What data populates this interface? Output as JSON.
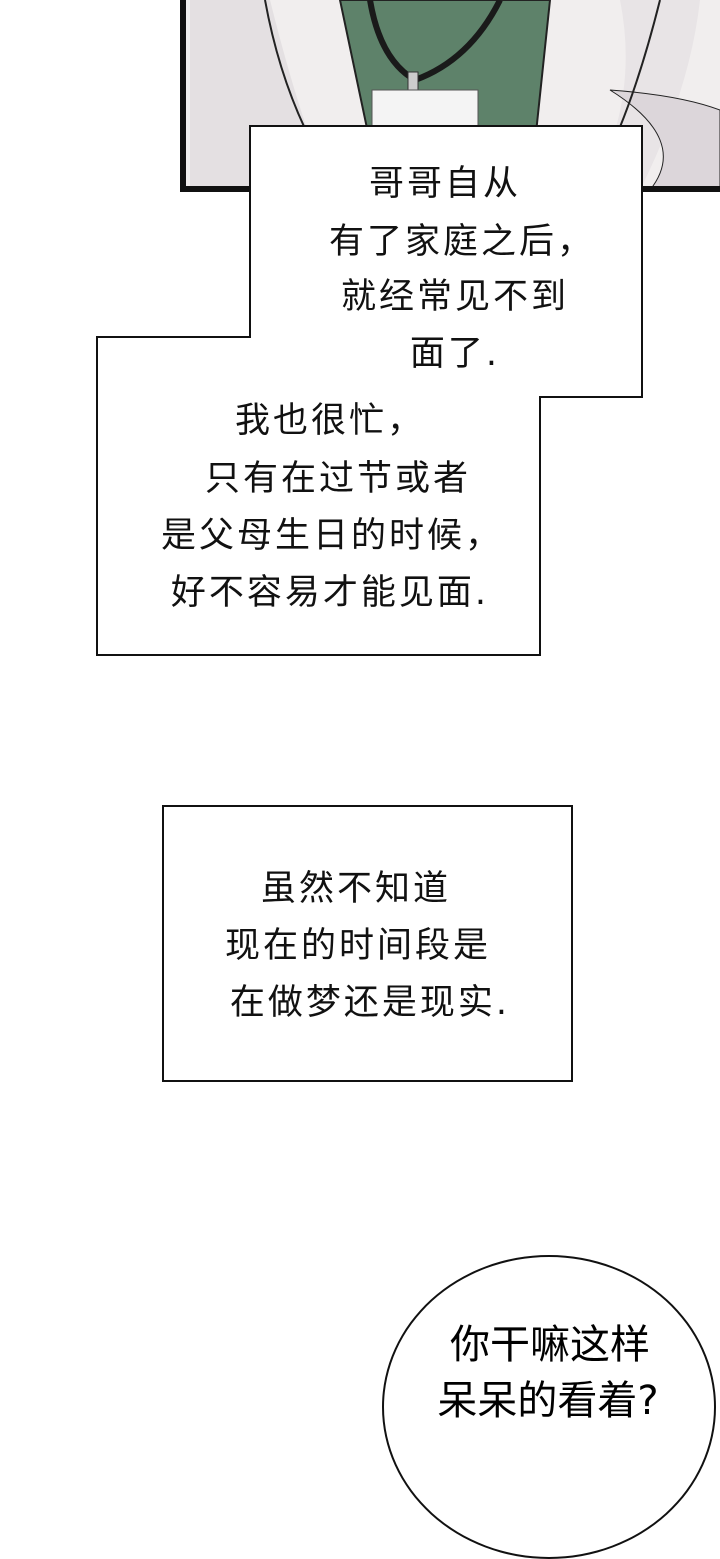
{
  "caption1": {
    "lines": [
      "哥哥自从",
      "有了家庭之后，",
      "就经常见不到",
      "面了.",
      "我也很忙，",
      "只有在过节或者",
      "是父母生日的时候，",
      "好不容易才能见面."
    ]
  },
  "caption2": {
    "lines": [
      "虽然不知道",
      "现在的时间段是",
      "在做梦还是现实."
    ]
  },
  "bubble": {
    "lines": [
      "你干嘛这样",
      "呆呆的看着?"
    ]
  },
  "colors": {
    "shirt": "#5e826a",
    "coat": "#f1eeee",
    "frame": "#111111"
  }
}
